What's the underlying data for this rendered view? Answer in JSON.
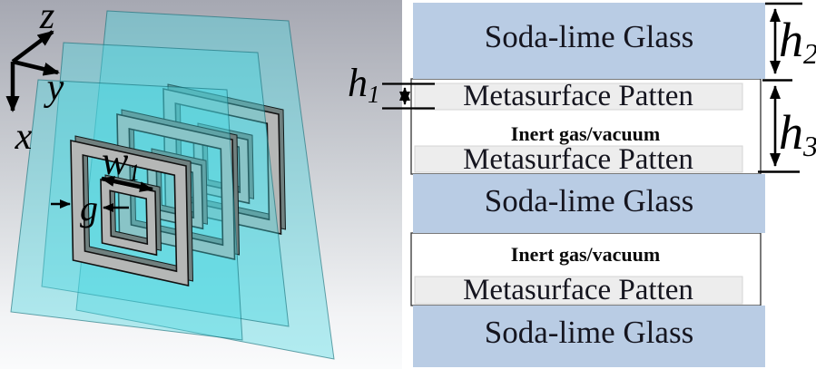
{
  "figure": {
    "left": {
      "axis_labels": {
        "x": "x",
        "y": "y",
        "z": "z"
      },
      "annotations": {
        "w1_base": "w",
        "w1_sub": "1",
        "g": "g"
      }
    },
    "right": {
      "layers": [
        {
          "id": "glass-top",
          "label": "Soda-lime Glass"
        },
        {
          "id": "metasurface-1",
          "label": "Metasurface Patten"
        },
        {
          "id": "gas-1",
          "label": "Inert gas/vacuum"
        },
        {
          "id": "metasurface-2",
          "label": "Metasurface Patten"
        },
        {
          "id": "glass-middle",
          "label": "Soda-lime Glass"
        },
        {
          "id": "gas-2",
          "label": "Inert gas/vacuum"
        },
        {
          "id": "metasurface-3",
          "label": "Metasurface Patten"
        },
        {
          "id": "glass-bottom",
          "label": "Soda-lime Glass"
        }
      ],
      "dimensions": {
        "h1": {
          "base": "h",
          "sub": "1"
        },
        "h2": {
          "base": "h",
          "sub": "2"
        },
        "h3": {
          "base": "h",
          "sub": "3"
        }
      }
    },
    "colors": {
      "glass_blue": "#b9cce4",
      "metasurface_gray": "#ededed",
      "panel_cyan": "#48d8e0",
      "ring_gray": "#b5b7b6",
      "background_top": "#a6a8b2"
    }
  }
}
